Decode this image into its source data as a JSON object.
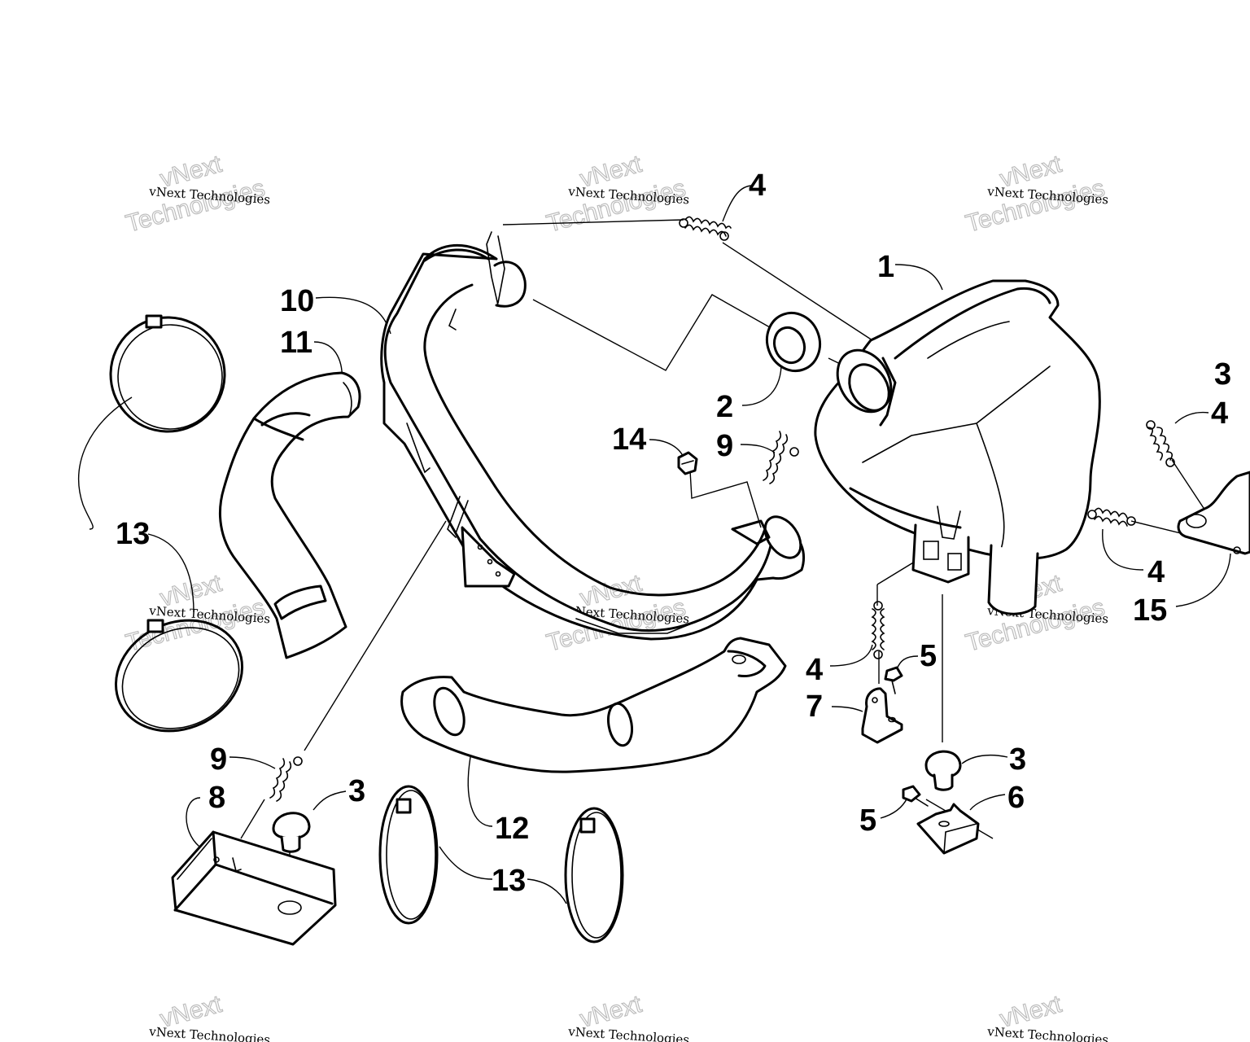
{
  "watermark": {
    "line_small": "vNext Technologies",
    "line_top": "vNext",
    "line_bottom": "Technologies"
  },
  "callouts": {
    "c1": "1",
    "c2": "2",
    "c3a": "3",
    "c3b": "3",
    "c3c": "3",
    "c4a": "4",
    "c4b": "4",
    "c4c": "4",
    "c4d": "4",
    "c5a": "5",
    "c5b": "5",
    "c6": "6",
    "c7": "7",
    "c8": "8",
    "c9a": "9",
    "c9b": "9",
    "c10": "10",
    "c11": "11",
    "c12": "12",
    "c13a": "13",
    "c13b": "13",
    "c14": "14",
    "c15": "15"
  }
}
